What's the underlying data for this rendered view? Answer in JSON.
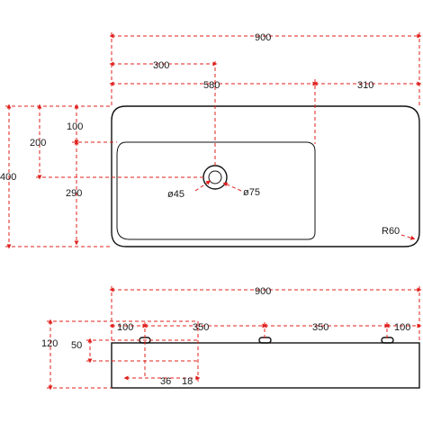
{
  "top_view": {
    "dims": {
      "overall_width": "900",
      "drain_offset": "300",
      "basin_width": "580",
      "deck_width": "310",
      "basin_top_offset": "100",
      "drain_depth": "200",
      "overall_depth": "400",
      "basin_depth": "290",
      "drain_small": "ø45",
      "drain_large": "ø75",
      "corner_radius": "R60"
    }
  },
  "front_view": {
    "dims": {
      "overall_width": "900",
      "edge_left": "100",
      "span_1": "350",
      "span_2": "350",
      "edge_right": "100",
      "height": "120",
      "slot_height": "50",
      "slot_width": "36",
      "slot_offset": "18"
    }
  },
  "colors": {
    "dimension_line": "#e0201e",
    "outline": "#111111"
  }
}
